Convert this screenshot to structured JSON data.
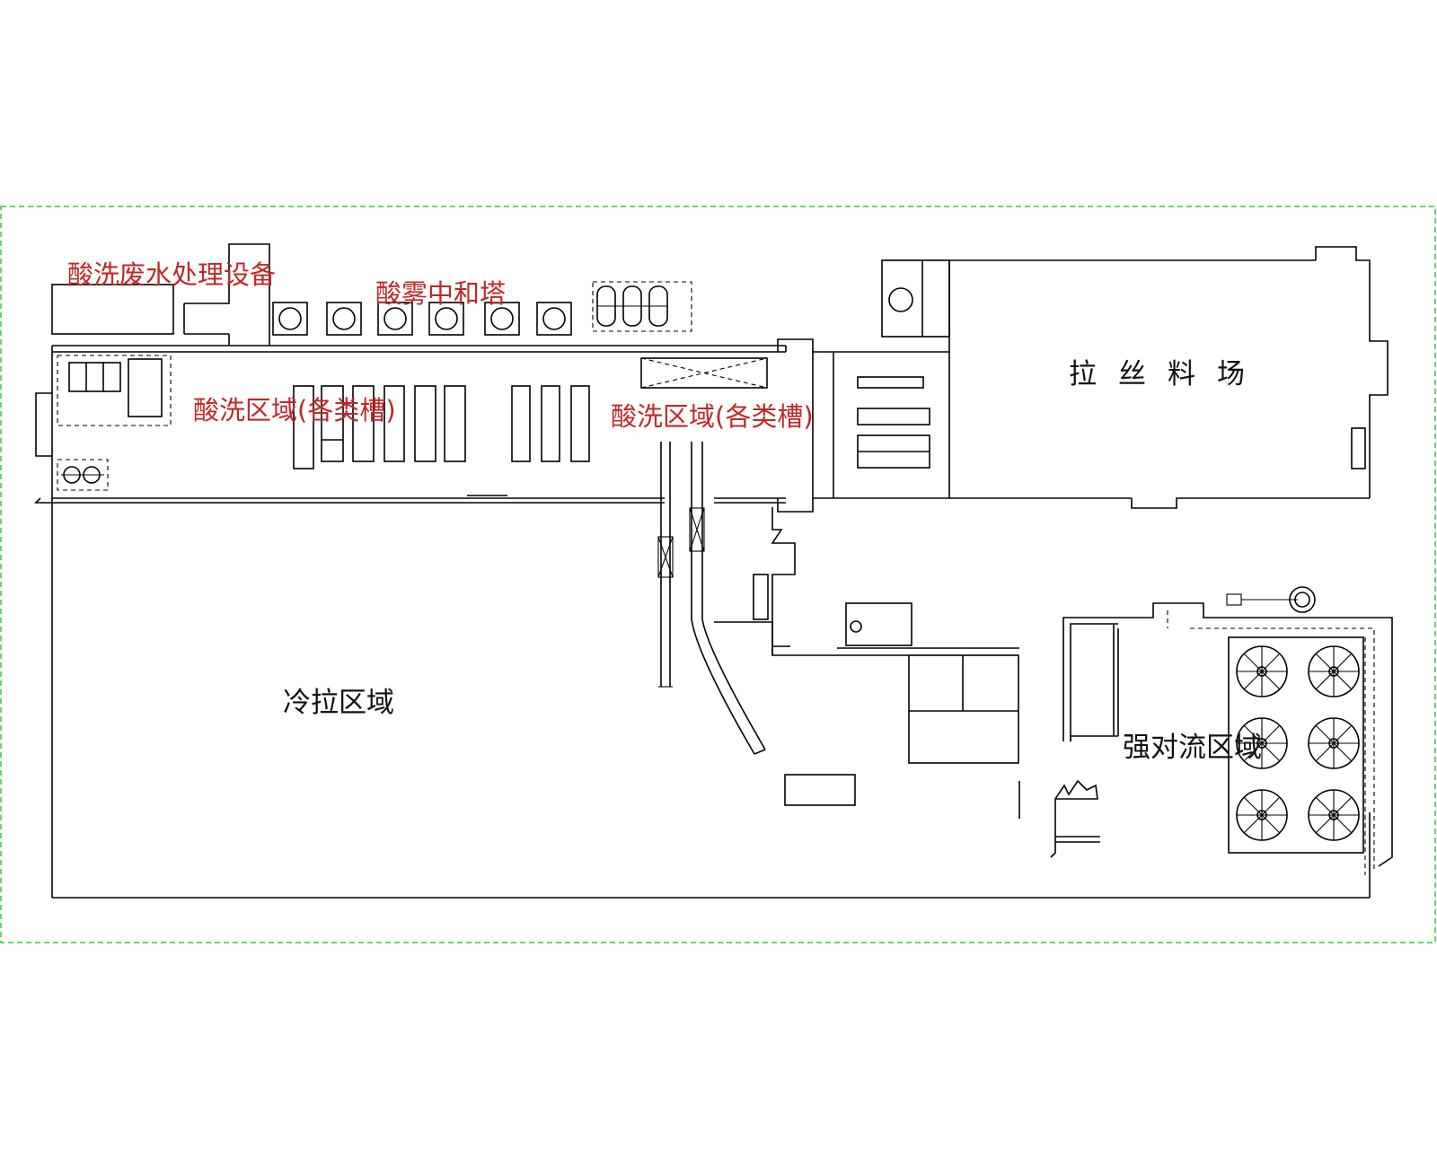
{
  "labels": {
    "pickling_wastewater_equipment": "酸洗废水处理设备",
    "acid_mist_tower": "酸雾中和塔",
    "pickling_area_1": "酸洗区域(各类槽)",
    "pickling_area_2": "酸洗区域(各类槽)",
    "wire_material_yard": "拉丝料场",
    "cold_drawing_area": "冷拉区域",
    "strong_convection_area": "强对流区域"
  },
  "colors": {
    "label_red": "#c02828",
    "line_black": "#000000",
    "site_boundary_green": "#33cc33"
  }
}
